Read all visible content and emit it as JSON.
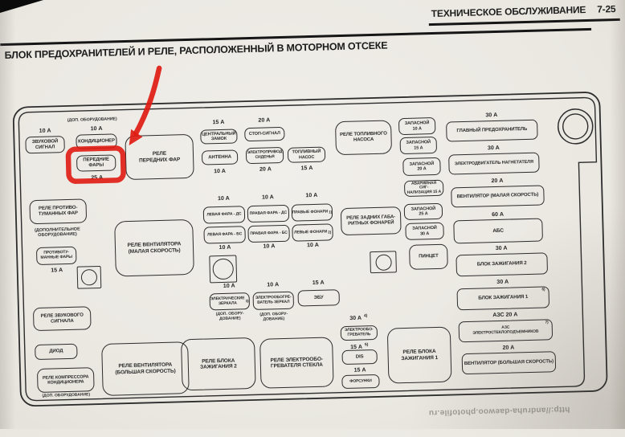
{
  "page": {
    "header": "ТЕХНИЧЕСКОЕ ОБСЛУЖИВАНИЕ",
    "page_number": "7-25",
    "title": "БЛОК ПРЕДОХРАНИТЕЛЕЙ И РЕЛЕ, РАСПОЛОЖЕННЫЙ В МОТОРНОМ ОТСЕКЕ",
    "watermark": "http://andruha-daewoo.photofile.ru"
  },
  "colors": {
    "annotation_red": "#df1b12",
    "ink": "#2a2a2a",
    "paper": "#ece9e3"
  },
  "annotation": {
    "highlighted_fuse": "ПЕРЕДНИЕ ФАРЫ"
  },
  "fusebox": {
    "top_left": {
      "horn_amp": "10 А",
      "horn": "ЗВУКОВОЙ\nСИГНАЛ",
      "aircon_option": "(ДОП. ОБОРУДОВАНИЕ)",
      "aircon_amp": "10 А",
      "aircon": "КОНДИЦИОНЕР",
      "front_headlights": "ПЕРЕДНИЕ\nФАРЫ",
      "front_headlights_amp": "25 А",
      "headlight_relay": "РЕЛЕ\nПЕРЕДНИХ ФАР"
    },
    "top_middle": {
      "central_lock_amp": "15 А",
      "central_lock": "ЦЕНТРАЛЬНЫЙ\nЗАМОК",
      "antenna": "АНТЕННА",
      "antenna_amp": "10 А",
      "stop_signal_amp": "20 А",
      "stop_signal": "СТОП-СИГНАЛ",
      "seat_drive": "ЭЛЕКТРОПРИВОД\nСИДЕНЬЯ",
      "seat_drive_amp": "20 А",
      "fuel_pump": "ТОПЛИВНЫЙ\nНАСОС",
      "fuel_pump_amp": "15 А",
      "fuel_pump_relay": "РЕЛЕ ТОПЛИВНОГО\nНАСОСА"
    },
    "spares": {
      "spare_10": "ЗАПАСНОЙ\n10 А",
      "spare_15": "ЗАПАСНОЙ\n15 А",
      "spare_20": "ЗАПАСНОЙ\n20 А",
      "hazard": "АВАРИЙНАЯ СИГ-\nНАЛИЗАЦИЯ 15 А",
      "spare_25": "ЗАПАСНОЙ\n25 А",
      "spare_30": "ЗАПАСНОЙ\n30 А",
      "tweezers": "ПИНЦЕТ"
    },
    "right_column": [
      {
        "amp": "30 А",
        "label": "ГЛАВНЫЙ ПРЕДОХРАНИТЕЛЬ"
      },
      {
        "amp": "30 А",
        "label": "ЭЛЕКТРОДВИГАТЕЛЬ НАГНЕТАТЕЛЯ"
      },
      {
        "amp": "20 А",
        "label": "ВЕНТИЛЯТОР (МАЛАЯ СКОРОСТЬ)"
      },
      {
        "amp": "60 А",
        "label": "АБС"
      },
      {
        "amp": "30 А",
        "label": "БЛОК ЗАЖИГАНИЯ 2"
      },
      {
        "amp": "30 А",
        "label": "БЛОК ЗАЖИГАНИЯ 1",
        "note": "6)"
      },
      {
        "amp": "АЗС 20 А",
        "label": "АЗС\nЭЛЕКТРОСТЕКЛОПОДЪЕМНИКОВ",
        "note": "7)"
      },
      {
        "amp": "20 А",
        "label": "ВЕНТИЛЯТОР (БОЛЬШАЯ СКОРОСТЬ)"
      }
    ],
    "mid_left": {
      "fog_relay": "РЕЛЕ ПРОТИВО-\nТУМАННЫХ ФАР",
      "fog_option": "(ДОПОЛНИТЕЛЬНОЕ\nОБОРУДОВАНИЕ)",
      "fog_lamps": "ПРОТИВОТУ-\nМАННЫЕ ФАРЫ",
      "fog_lamps_amp": "15 А",
      "fan_low_relay": "РЕЛЕ ВЕНТИЛЯТОРА\n(МАЛАЯ СКОРОСТЬ)"
    },
    "lamps_grid": {
      "amps_top": [
        "10 А",
        "10 А",
        "10 А"
      ],
      "row1": [
        {
          "label": "ЛЕВАЯ ФАРА - ДС"
        },
        {
          "label": "ПРАВАЯ ФАРА - ДС"
        },
        {
          "label": "ПРАВЫЕ ФОНАРИ",
          "note": "1)"
        }
      ],
      "row2": [
        {
          "label": "ЛЕВАЯ ФАРА - БС"
        },
        {
          "label": "ПРАВАЯ ФАРА - БС"
        },
        {
          "label": "ЛЕВЫЕ ФОНАРИ",
          "note": "2)"
        }
      ],
      "amps_bottom": [
        "10 А",
        "10 А",
        "10 А"
      ]
    },
    "rear_lights_relay": "РЕЛЕ ЗАДНИХ ГАБА-\nРИТНЫХ ФОНАРЕЙ",
    "row4": {
      "mirrors_amp": "10 А",
      "mirrors": "ЭЛЕКТРИЧЕСКИЕ\nЗЕРКАЛА",
      "mirrors_note": "3)",
      "mirrors_option": "(ДОП. ОБОРУ-\nДОВАНИЕ)",
      "mirror_heater_amp": "10 А",
      "mirror_heater": "ЭЛЕКТРООБОГРЕ-\nВАТЕЛЬ ЗЕРКАЛ",
      "mirror_heater_option": "(ДОП. ОБОРУ-\nДОВАНИЕ)",
      "ecu_amp": "15 А",
      "ecu": "ЭБУ"
    },
    "bottom": {
      "horn_relay": "РЕЛЕ ЗВУКОВОГО\nСИГНАЛА",
      "diode": "ДИОД",
      "ac_compressor_relay": "РЕЛЕ КОМПРЕССОРА\nКОНДИЦИОНЕРА",
      "ac_compressor_option": "(ДОП. ОБОРУДОВАНИЕ)",
      "fan_high_relay": "РЕЛЕ ВЕНТИЛЯТОРА\n(БОЛЬШАЯ СКОРОСТЬ)",
      "ignition2_relay": "РЕЛЕ БЛОКА\nЗАЖИГАНИЯ 2",
      "glass_heater_relay": "РЕЛЕ ЭЛЕКТРООБО-\nГРЕВАТЕЛЯ СТЕКЛА",
      "heater_amp": "30 А",
      "heater_note": "4)",
      "heater": "ЭЛЕКТРООБО-\nГРЕВАТЕЛЬ",
      "dis_amp": "15 А",
      "dis_note": "5)",
      "dis": "DIS",
      "injectors_amp": "15 А",
      "injectors": "ФОРСУНКИ",
      "ignition1_relay": "РЕЛЕ БЛОКА\nЗАЖИГАНИЯ 1"
    }
  }
}
